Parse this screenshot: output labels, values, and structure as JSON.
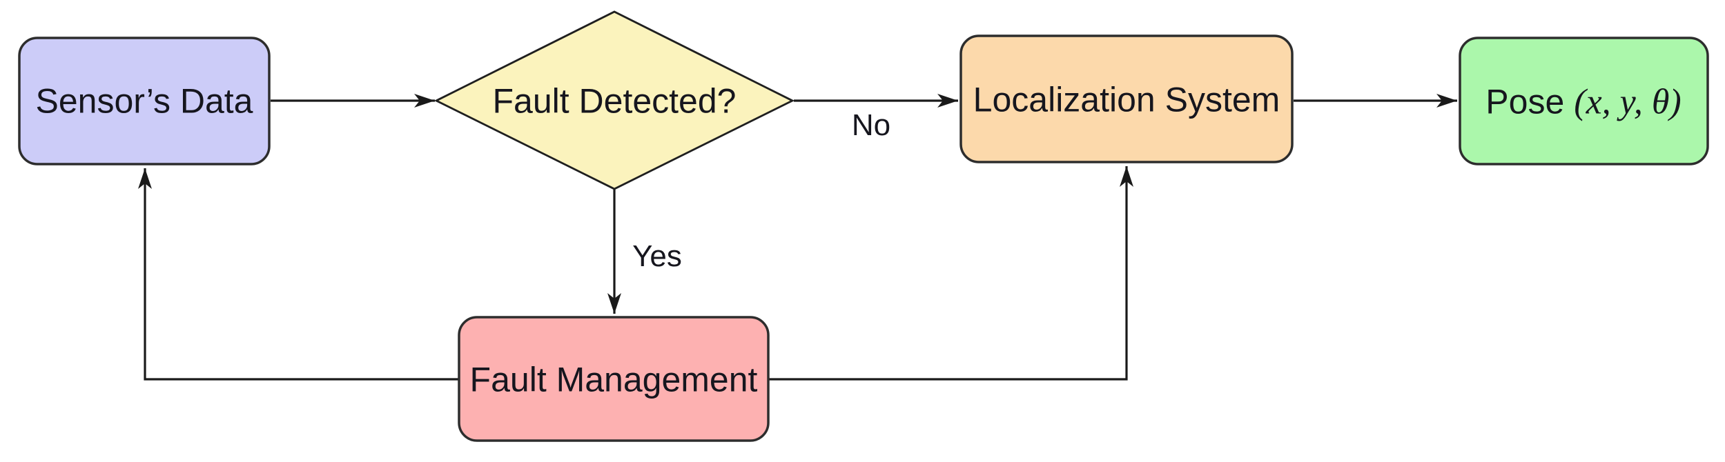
{
  "palette": {
    "background": "#ffffff",
    "node_border": "#2d2d2d",
    "edge_color": "#1a1a1a",
    "text_color": "#16161e"
  },
  "nodes": {
    "sensor_data": {
      "label": "Sensor’s Data",
      "shape": "rounded-rect",
      "fill": "#ccccf8"
    },
    "fault_detected": {
      "label": "Fault Detected?",
      "shape": "diamond",
      "fill": "#fbf3bd"
    },
    "localization_system": {
      "label": "Localization System",
      "shape": "rounded-rect",
      "fill": "#fcd9ab"
    },
    "pose": {
      "label_prefix": "Pose",
      "label_math": "(x, y, θ)",
      "shape": "rounded-rect",
      "fill": "#abf7ab"
    },
    "fault_management": {
      "label": "Fault Management",
      "shape": "rounded-rect",
      "fill": "#fdb1b1"
    }
  },
  "edge_labels": {
    "no": "No",
    "yes": "Yes"
  }
}
